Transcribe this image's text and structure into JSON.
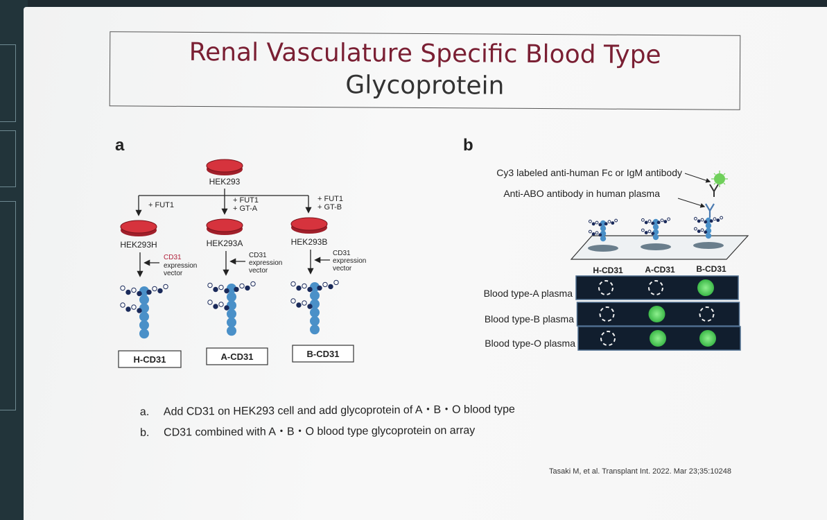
{
  "title": {
    "line1": "Renal Vasculature Specific Blood Type",
    "line2": "Glycoprotein"
  },
  "colors": {
    "title_accent": "#7a1f33",
    "cell_dish": "#d0303a",
    "glycoprotein_bead": "#4a90c8",
    "array_panel": "#111e2e",
    "positive_spot": "#55d060",
    "cd31_label": "#b0203a"
  },
  "panel_a": {
    "label": "a",
    "parent_cell": "HEK293",
    "branches": [
      {
        "treatment": [
          "+ FUT1"
        ],
        "cell": "HEK293H",
        "product": "H-CD31"
      },
      {
        "treatment": [
          "+ FUT1",
          "+ GT-A"
        ],
        "cell": "HEK293A",
        "product": "A-CD31"
      },
      {
        "treatment": [
          "+ FUT1",
          "+ GT-B"
        ],
        "cell": "HEK293B",
        "product": "B-CD31"
      }
    ],
    "vector_label": [
      "CD31",
      "expression",
      "vector"
    ]
  },
  "panel_b": {
    "label": "b",
    "secondary_antibody": "Cy3 labeled anti-human Fc or IgM antibody",
    "primary_antibody": "Anti-ABO antibody in human plasma",
    "columns": [
      "H-CD31",
      "A-CD31",
      "B-CD31"
    ],
    "rows": [
      {
        "label": "Blood type-A plasma",
        "results": [
          "negative",
          "negative",
          "positive"
        ]
      },
      {
        "label": "Blood type-B plasma",
        "results": [
          "negative",
          "positive",
          "negative"
        ]
      },
      {
        "label": "Blood type-O plasma",
        "results": [
          "negative",
          "positive",
          "positive"
        ]
      }
    ]
  },
  "caption": [
    {
      "letter": "a.",
      "text": "Add CD31 on HEK293 cell and add glycoprotein of A・B・O blood type"
    },
    {
      "letter": "b.",
      "text": "CD31 combined with A・B・O blood type glycoprotein on array"
    }
  ],
  "citation": "Tasaki M, et al. Transplant Int. 2022. Mar 23;35:10248"
}
